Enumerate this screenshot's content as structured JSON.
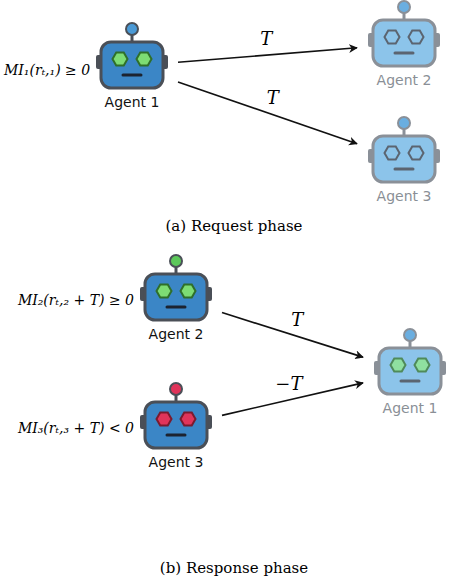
{
  "diagram": {
    "nodes": [
      {
        "text": [
          "Agent 1"
        ]
      },
      {
        "text": [
          "Agent 2"
        ]
      },
      {
        "text": [
          "Agent 3"
        ]
      },
      {
        "text": [
          "Agent 2"
        ]
      },
      {
        "text": [
          "Agent 3"
        ]
      },
      {
        "text": [
          "Agent 1"
        ]
      }
    ],
    "edges": [
      {
        "from": 0,
        "to": 1,
        "label": "T",
        "arrow": "to"
      },
      {
        "from": 0,
        "to": 2,
        "label": "T",
        "arrow": "to"
      },
      {
        "from": 3,
        "to": 5,
        "label": "T",
        "arrow": "to"
      },
      {
        "from": 4,
        "to": 5,
        "label": "−T",
        "arrow": "to"
      }
    ],
    "labels": [
      "MI₁(rₜ,₁) ≥ 0",
      "(a) Request phase",
      "MI₂(rₜ,₂ + T) ≥ 0",
      "MI₃(rₜ,₃ + T) < 0",
      "(b) Response phase"
    ]
  }
}
